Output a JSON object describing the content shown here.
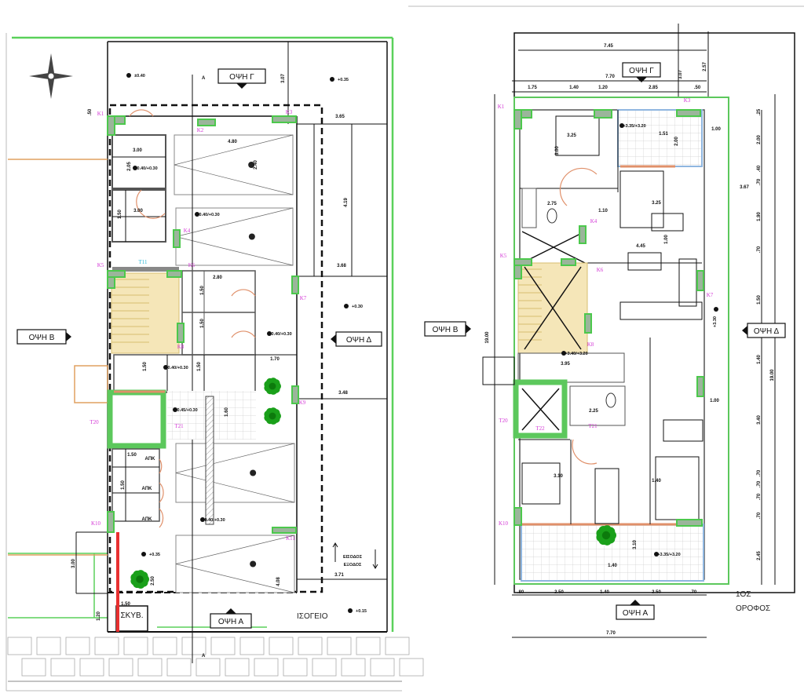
{
  "ground_floor": {
    "title": "ΙΣΟΓΕΙΟ",
    "elevations": {
      "front": "ΟΨΗ Α",
      "left": "ΟΨΗ Β",
      "back": "ΟΨΗ Γ",
      "right": "ΟΨΗ Δ"
    },
    "section_marker": "A",
    "skyb": "ΣΚΥΒ.",
    "entrance": "ΕΙΣΟΔΟΣ",
    "exit": "ΕΞΟΔΟΣ",
    "storage_rooms": [
      "ΑΠΚ",
      "ΑΠΚ",
      "ΑΠΚ"
    ],
    "dimensions": [
      "3.07",
      "3.65",
      "4.19",
      "3.68",
      "4.80",
      "2.40",
      "3.00",
      "2.05",
      "3.00",
      "1.50",
      "2.80",
      "1.50",
      "1.50",
      "1.50",
      "1.50",
      "1.70",
      "3.48",
      "1.60",
      "1.50",
      "1.50",
      "1.50",
      "3.71",
      "4.08",
      "3.00",
      "1.20",
      "2.50",
      ".50"
    ],
    "levels": [
      "±0.40",
      "+0.35",
      "+0.40/+0.30",
      "+0.40/+0.30",
      "+0.30",
      "+0.40/+0.30",
      "+0.40/+0.30",
      "+0.45/+0.30",
      "+0.40/+0.30",
      "+0.15",
      "+0.35"
    ],
    "columns": [
      "K1",
      "K2",
      "K3",
      "K4",
      "K5",
      "K6",
      "K7",
      "K8",
      "K9",
      "K10",
      "K11",
      "T11",
      "T20",
      "T21"
    ]
  },
  "first_floor": {
    "title_line1": "1ΟΣ",
    "title_line2": "ΟΡΟΦΟΣ",
    "elevations": {
      "front": "ΟΨΗ Α",
      "left": "ΟΨΗ Β",
      "back": "ΟΨΗ Γ",
      "right": "ΟΨΗ Δ"
    },
    "dimensions": [
      "7.45",
      "7.70",
      "1.75",
      "1.40",
      "1.20",
      "2.85",
      ".50",
      "3.07",
      "2.57",
      ".25",
      "2.00",
      ".40",
      ".70",
      "3.67",
      "1.90",
      ".70",
      "1.50",
      "1.40",
      "3.40",
      ".70",
      ".70",
      ".70",
      ".70",
      "2.45",
      "19.00",
      "19.00",
      "1.00",
      "1.00",
      "3.25",
      "3.00",
      "1.51",
      "2.00",
      "2.75",
      "1.10",
      "3.25",
      "4.45",
      "1.00",
      "3.95",
      "2.25",
      "3.10",
      "1.40",
      "3.10",
      "1.40",
      ".80",
      "2.50",
      "1.40",
      "2.50",
      ".70",
      "7.70"
    ],
    "levels": [
      "+3.35/+3.20",
      "+3.40/+3.20",
      "+3.35/+3.20",
      "+3.30"
    ],
    "columns": [
      "K1",
      "K3",
      "K4",
      "K5",
      "K6",
      "K7",
      "K8",
      "K10",
      "T20",
      "T21",
      "T22"
    ]
  },
  "colors": {
    "column_green": "#5cc85c",
    "property_line": "#5ad15a",
    "door_orange": "#e0906a",
    "stair_beige": "#e8d39a",
    "window_blue": "#8fb6e0",
    "label_magenta": "#d43ad6",
    "tree_green": "#1aa01a",
    "drain_red": "#e83030"
  }
}
